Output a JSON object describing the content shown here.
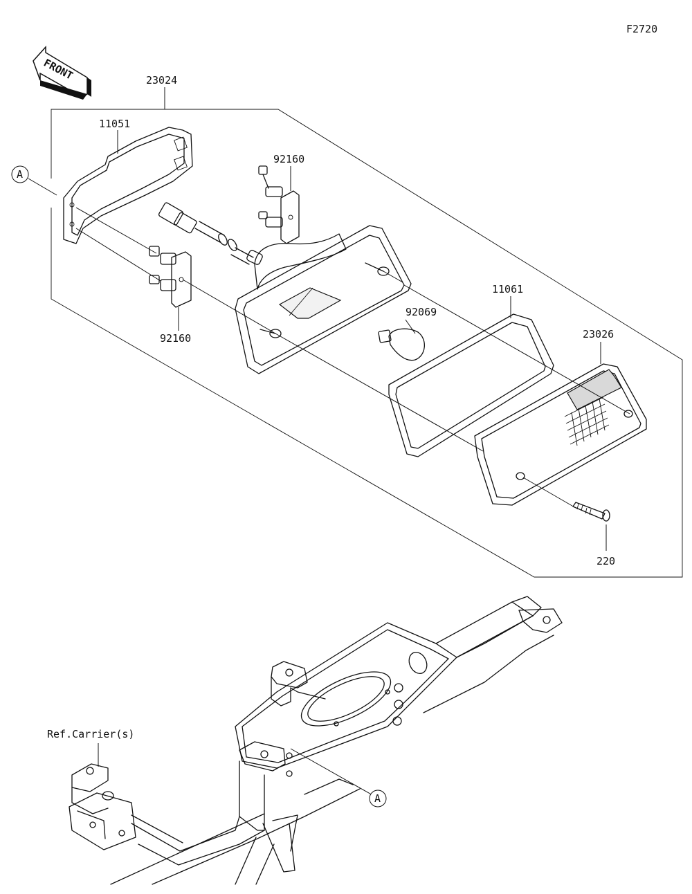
{
  "figure_id": "F2720",
  "front_label": "FRONT",
  "callout_letter": "A",
  "reference_text": "Ref.Carrier(s)",
  "parts": [
    {
      "number": "23024"
    },
    {
      "number": "11051"
    },
    {
      "number": "92160"
    },
    {
      "number": "92160"
    },
    {
      "number": "92069"
    },
    {
      "number": "11061"
    },
    {
      "number": "23026"
    },
    {
      "number": "220"
    }
  ]
}
